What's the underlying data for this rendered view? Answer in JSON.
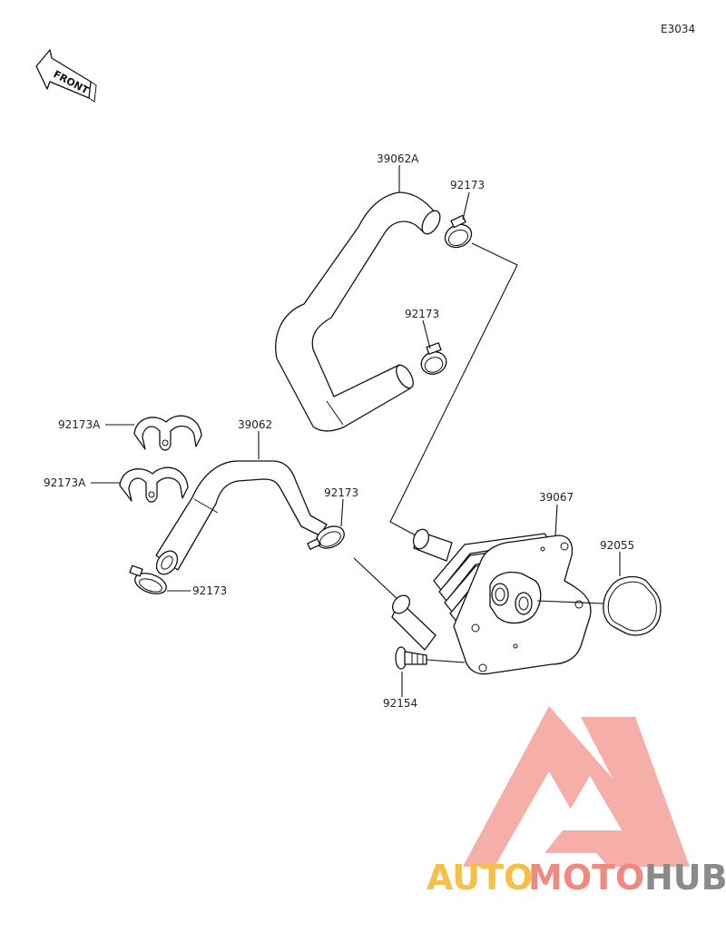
{
  "diagram": {
    "code": "E3034",
    "front_label": "FRONT",
    "labels": {
      "hose_upper": "39062A",
      "clamp_top": "92173",
      "clamp_mid": "92173",
      "clip_a_top": "92173A",
      "clip_a_bottom": "92173A",
      "hose_lower": "39062",
      "clamp_lower_right": "92173",
      "clamp_lower_left": "92173",
      "oil_cooler": "39067",
      "o_ring": "92055",
      "bolt": "92154"
    }
  },
  "watermark": {
    "word_auto": "AUTO",
    "word_moto": "MOTO",
    "word_hub": "HUB",
    "color_auto": "#f5c04a",
    "color_moto": "#f08a80",
    "color_hub": "#8a8a8a",
    "color_logo": "#f4a09a"
  }
}
